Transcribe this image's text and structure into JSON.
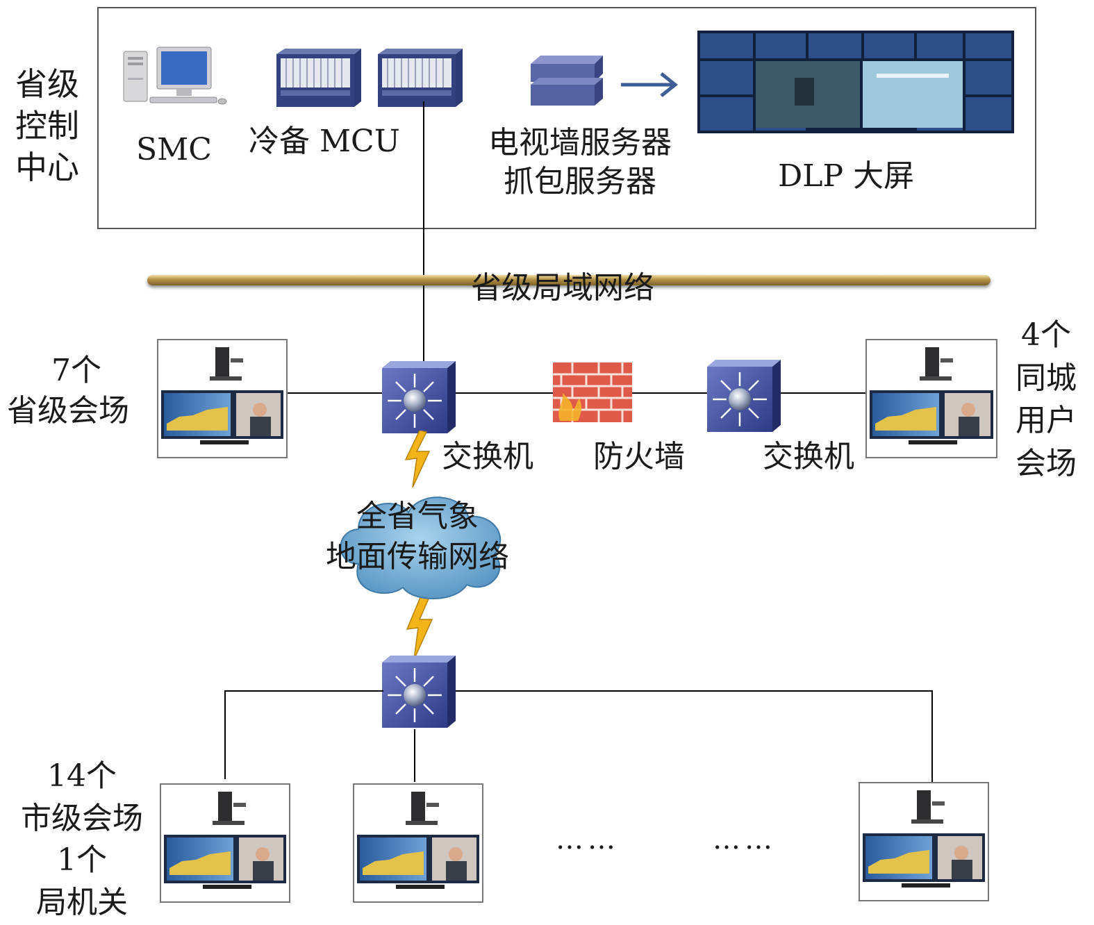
{
  "control_center": {
    "label": "省级\n控制\n中心",
    "devices": {
      "smc": "SMC",
      "mcu": "冷备 MCU",
      "tv_server_line1": "电视墙服务器",
      "tv_server_line2": "抓包服务器",
      "dlp": "DLP 大屏"
    }
  },
  "lan": {
    "label": "省级局域网络"
  },
  "provincial_venues": {
    "count": "7个",
    "name": "省级会场"
  },
  "city_users": {
    "label": "4个\n同城\n用户\n会场"
  },
  "network_devices": {
    "switch_left": "交换机",
    "firewall": "防火墙",
    "switch_right": "交换机"
  },
  "wan": {
    "line1": "全省气象",
    "line2": "地面传输网络"
  },
  "municipal": {
    "label": "14个\n市级会场\n1个\n局机关"
  },
  "ellipsis": "……",
  "colors": {
    "switch_body": "#3c4a9a",
    "lan_bar": "#b08f45",
    "cloud": "#5c9cc6",
    "firewall": "#d8453a",
    "lightning": "#f2b418"
  }
}
